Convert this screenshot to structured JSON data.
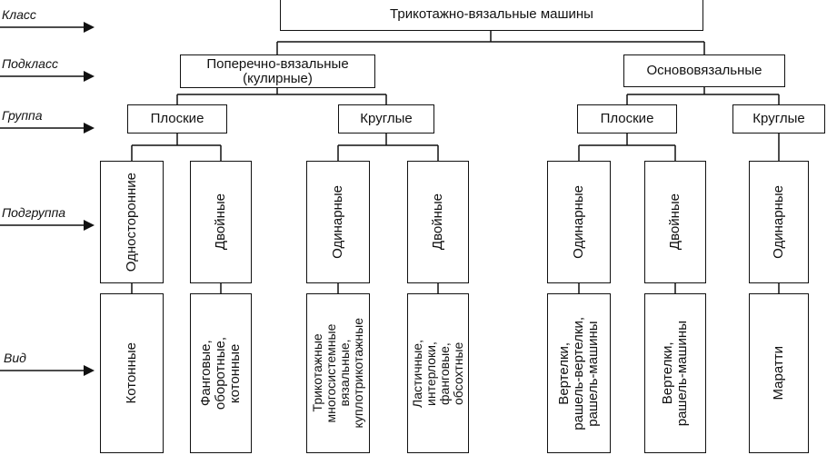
{
  "levels": {
    "class": "Класс",
    "subclass": "Подкласс",
    "group": "Группа",
    "subgroup": "Подгруппа",
    "kind": "Вид"
  },
  "class_node": "Трикотажно-вязальные машины",
  "subclass": {
    "weft": "Поперечно-вязальные\n(кулирные)",
    "warp": "Основовязальные"
  },
  "group": {
    "weft_flat": "Плоские",
    "weft_circular": "Круглые",
    "warp_flat": "Плоские",
    "warp_circular": "Круглые"
  },
  "subgroup": {
    "s1": "Односторонние",
    "s2": "Двойные",
    "s3": "Одинарные",
    "s4": "Двойные",
    "s5": "Одинарные",
    "s6": "Двойные",
    "s7": "Одинарные"
  },
  "kind": {
    "k1": "Котонные",
    "k2": "Фанговые,\nоборотные,\nкотонные",
    "k3": "Трикотажные\nмногосистемные\nвязальные,\nкуплотрикотажные",
    "k4": "Ластичные,\nинтерлоки,\nфанговые,\nобсохтные",
    "k5": "Вертелки,\nрашель-вертелки,\nрашель-машины",
    "k6": "Вертелки,\nрашель-машины",
    "k7": "Маратти"
  }
}
